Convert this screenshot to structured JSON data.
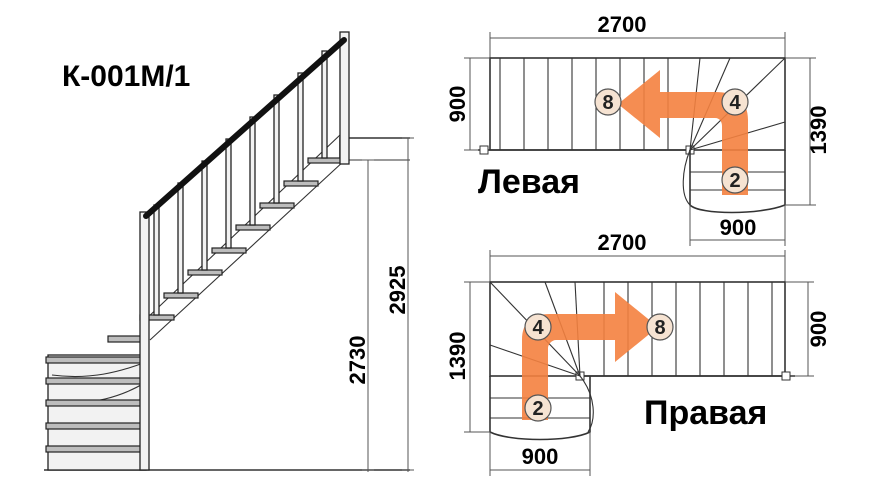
{
  "model": "К-001М/1",
  "side_view": {
    "dims": {
      "height_1": "2730",
      "height_2": "2925"
    }
  },
  "plan_left": {
    "title": "Левая",
    "dims": {
      "length": "2700",
      "left_height": "900",
      "right_height": "1390",
      "bottom_width": "900"
    },
    "markers": {
      "winder": "4",
      "straight": "8",
      "bottom": "2"
    }
  },
  "plan_right": {
    "title": "Правая",
    "dims": {
      "length": "2700",
      "left_height": "1390",
      "right_height": "900",
      "bottom_width": "900"
    },
    "markers": {
      "winder": "4",
      "straight": "8",
      "bottom": "2"
    }
  },
  "colors": {
    "arrow": "#f4813f",
    "lines": "#333333"
  }
}
